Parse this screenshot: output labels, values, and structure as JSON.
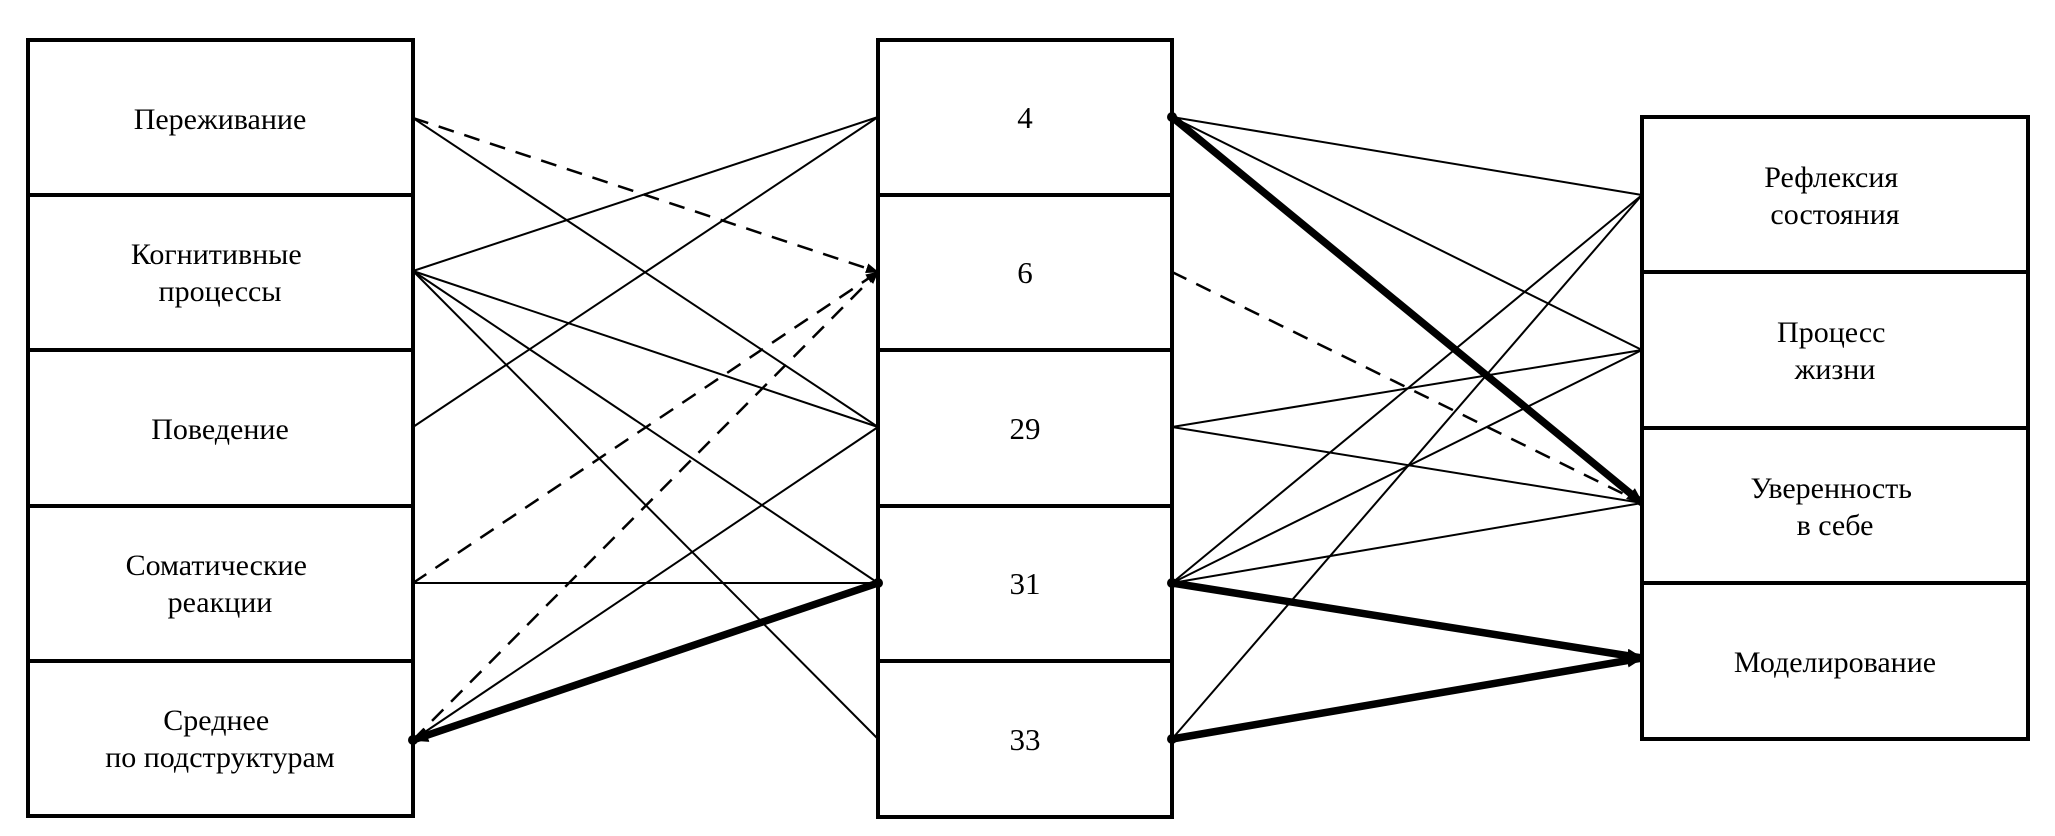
{
  "diagram": {
    "background_color": "#ffffff",
    "line_color": "#000000",
    "left_column": {
      "boxes": [
        {
          "id": "l1",
          "line1": "Переживание",
          "line2": ""
        },
        {
          "id": "l2",
          "line1": "Когнитивные",
          "line2": "процессы"
        },
        {
          "id": "l3",
          "line1": "Поведение",
          "line2": ""
        },
        {
          "id": "l4",
          "line1": "Соматические",
          "line2": "реакции"
        },
        {
          "id": "l5",
          "line1": "Среднее",
          "line2": "по подструктурам"
        }
      ]
    },
    "middle_column": {
      "boxes": [
        {
          "id": "m4",
          "value": "4"
        },
        {
          "id": "m6",
          "value": "6"
        },
        {
          "id": "m29",
          "value": "29"
        },
        {
          "id": "m31",
          "value": "31"
        },
        {
          "id": "m33",
          "value": "33"
        }
      ]
    },
    "right_column": {
      "boxes": [
        {
          "id": "r1",
          "line1": "Рефлексия",
          "line2": "состояния"
        },
        {
          "id": "r2",
          "line1": "Процесс",
          "line2": "жизни"
        },
        {
          "id": "r3",
          "line1": "Уверенность",
          "line2": "в себе"
        },
        {
          "id": "r4",
          "line1": "Моделирование",
          "line2": ""
        }
      ]
    },
    "connections": [
      {
        "from": "l1",
        "to": "m6",
        "style": "dashed",
        "arrow": true
      },
      {
        "from": "l1",
        "to": "m29",
        "style": "solid",
        "arrow": false
      },
      {
        "from": "l2",
        "to": "m4",
        "style": "solid",
        "arrow": false
      },
      {
        "from": "l2",
        "to": "m29",
        "style": "solid",
        "arrow": false
      },
      {
        "from": "l2",
        "to": "m31",
        "style": "solid",
        "arrow": false
      },
      {
        "from": "l2",
        "to": "m33",
        "style": "solid",
        "arrow": false
      },
      {
        "from": "l3",
        "to": "m4",
        "style": "solid",
        "arrow": false
      },
      {
        "from": "l4",
        "to": "m6",
        "style": "dashed",
        "arrow": true
      },
      {
        "from": "l4",
        "to": "m31",
        "style": "solid",
        "arrow": false
      },
      {
        "from": "l5",
        "to": "m6",
        "style": "dashed",
        "arrow": true
      },
      {
        "from": "l5",
        "to": "m29",
        "style": "solid",
        "arrow": false
      },
      {
        "from": "m31",
        "to": "l5",
        "style": "thick",
        "arrow": true
      },
      {
        "from": "m4",
        "to": "r1",
        "style": "solid",
        "arrow": false
      },
      {
        "from": "m4",
        "to": "r2",
        "style": "solid",
        "arrow": false
      },
      {
        "from": "m4",
        "to": "r3",
        "style": "thick",
        "arrow": true
      },
      {
        "from": "m6",
        "to": "r3",
        "style": "dashed",
        "arrow": false
      },
      {
        "from": "m29",
        "to": "r2",
        "style": "solid",
        "arrow": false
      },
      {
        "from": "m29",
        "to": "r3",
        "style": "solid",
        "arrow": false
      },
      {
        "from": "m31",
        "to": "r1",
        "style": "solid",
        "arrow": false
      },
      {
        "from": "m31",
        "to": "r2",
        "style": "solid",
        "arrow": false
      },
      {
        "from": "m31",
        "to": "r3",
        "style": "solid",
        "arrow": false
      },
      {
        "from": "m31",
        "to": "r4",
        "style": "thick",
        "arrow": true
      },
      {
        "from": "m33",
        "to": "r1",
        "style": "solid",
        "arrow": false
      },
      {
        "from": "m33",
        "to": "r4",
        "style": "thick",
        "arrow": true
      }
    ]
  }
}
